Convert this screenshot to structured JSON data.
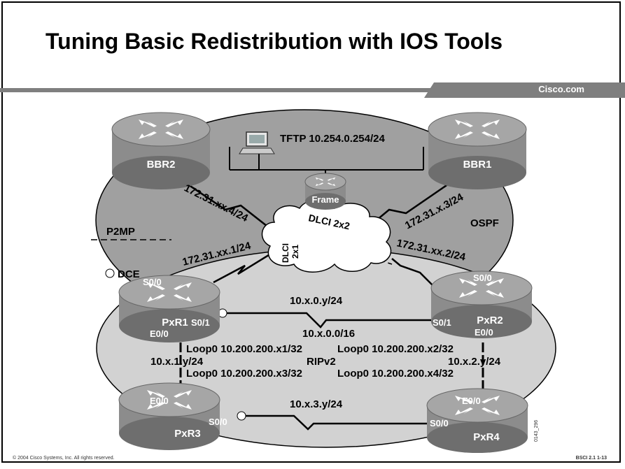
{
  "slide": {
    "title": "Tuning Basic Redistribution with IOS Tools",
    "brand": "Cisco.com"
  },
  "diagram": {
    "routers": {
      "bbr2": "BBR2",
      "bbr1": "BBR1",
      "frame": "Frame",
      "pxr1": "PxR1",
      "pxr2": "PxR2",
      "pxr3": "PxR3",
      "pxr4": "PxR4"
    },
    "tftp": "TFTP 10.254.0.254/24",
    "links": {
      "bbr2_pvc": "172.31.xx.4/24",
      "bbr1_pvc": "172.31.x.3/24",
      "pxr1_pvc": "172.31.xx.1/24",
      "pxr2_pvc": "172.31.xx.2/24",
      "dlci_2x2": "DLCI 2x2",
      "dlci_2x1_a": "DLCI",
      "dlci_2x1_b": "2x1",
      "p2mp": "P2MP",
      "ospf": "OSPF",
      "dce": "DCE"
    },
    "interfaces": {
      "pxr1_s00": "S0/0",
      "pxr1_s01": "S0/1",
      "pxr1_e00": "E0/0",
      "pxr2_s00": "S0/0",
      "pxr2_s01": "S0/1",
      "pxr2_e00": "E0/0",
      "pxr3_e00": "E0/0",
      "pxr3_s00": "S0/0",
      "pxr4_e00": "E0/0",
      "pxr4_s00": "S0/0"
    },
    "networks": {
      "pxr1_pxr2": "10.x.0.y/24",
      "summary": "10.x.0.0/16",
      "pxr3_pxr4": "10.x.3.y/24",
      "pxr1_pxr3": "10.x.1.y/24",
      "pxr2_pxr4": "10.x.2.y/24",
      "rip": "RIPv2"
    },
    "loopbacks": {
      "pxr1": "Loop0 10.200.200.x1/32",
      "pxr2": "Loop0 10.200.200.x2/32",
      "pxr3": "Loop0 10.200.200.x3/32",
      "pxr4": "Loop0 10.200.200.x4/32"
    },
    "figure_id": "0143_296"
  },
  "footer": {
    "copyright": "© 2004 Cisco Systems, Inc. All rights reserved.",
    "course": "BSCI 2.1     1-13"
  },
  "colors": {
    "ospf_area": "#a0a0a0",
    "rip_area": "#d2d2d2",
    "router_body": "#8c8c8c",
    "router_top": "#a6a6a6",
    "brand_bar": "#7f7f7f"
  }
}
